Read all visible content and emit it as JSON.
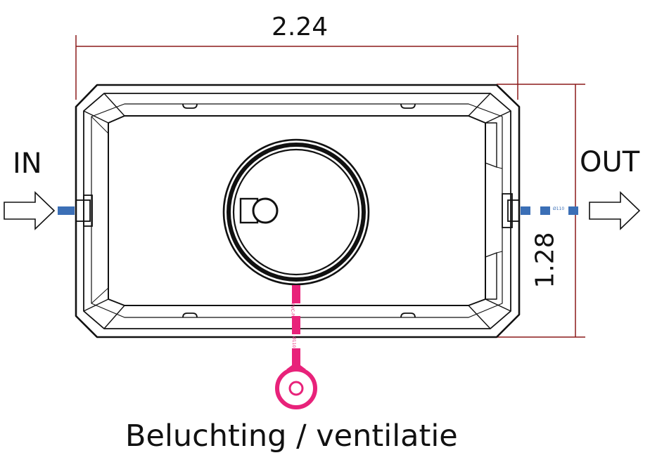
{
  "dimensions": {
    "width": "2.24",
    "height": "1.28"
  },
  "labels": {
    "inlet": "IN",
    "outlet": "OUT",
    "ventilation": "Beluchting / ventilatie"
  },
  "pipe_markings": {
    "outlet_diameter": "Ø110",
    "vent_material": "PVC-PE",
    "vent_diameter": "Ø110"
  },
  "colors": {
    "dimension_line": "#8b1a1a",
    "inlet_outlet_pipe": "#3b6fb6",
    "ventilation_pipe": "#e8227a",
    "outline": "#111111"
  }
}
